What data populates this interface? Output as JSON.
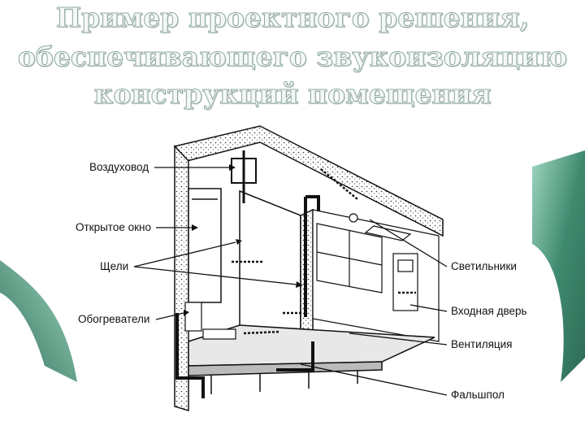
{
  "title": {
    "line1": "Пример проектного решения,",
    "line2": "обеспечивающего звукоизоляцию",
    "line3": "конструкций помещения"
  },
  "labels": {
    "air_duct": "Воздуховод",
    "open_window": "Открытое окно",
    "gaps": "Щели",
    "heaters": "Обогреватели",
    "lamps": "Светильники",
    "entrance_door": "Входная дверь",
    "ventilation": "Вентиляция",
    "raised_floor": "Фальшпол"
  },
  "colors": {
    "accent_green": "#3f8a6f",
    "accent_green_light": "#7fc2a6",
    "line": "#111111"
  }
}
